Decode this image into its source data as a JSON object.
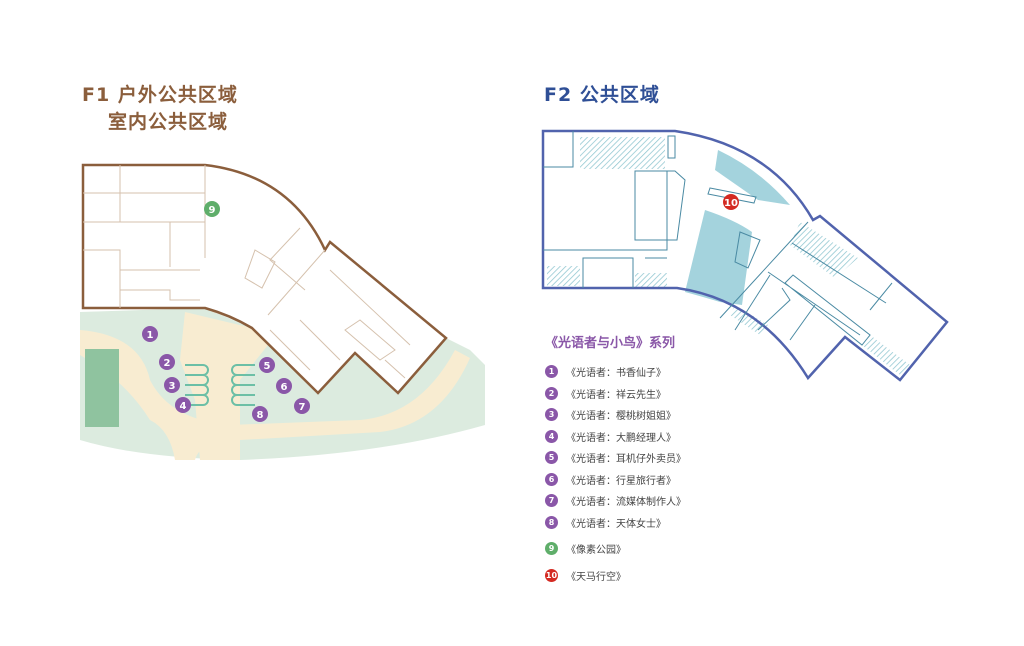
{
  "f1": {
    "title_line1": "F1 户外公共区域",
    "title_line2": "室内公共区域"
  },
  "f2": {
    "title": "F2 公共区域"
  },
  "markers": [
    "1",
    "2",
    "3",
    "4",
    "5",
    "6",
    "7",
    "8",
    "9",
    "10"
  ],
  "legend": {
    "title": "《光语者与小鸟》系列",
    "items": [
      {
        "num": "1",
        "label": "《光语者：书香仙子》",
        "color": "#8a57a8"
      },
      {
        "num": "2",
        "label": "《光语者：祥云先生》",
        "color": "#8a57a8"
      },
      {
        "num": "3",
        "label": "《光语者：樱桃树姐姐》",
        "color": "#8a57a8"
      },
      {
        "num": "4",
        "label": "《光语者：大鹏经理人》",
        "color": "#8a57a8"
      },
      {
        "num": "5",
        "label": "《光语者：耳机仔外卖员》",
        "color": "#8a57a8"
      },
      {
        "num": "6",
        "label": "《光语者：行星旅行者》",
        "color": "#8a57a8"
      },
      {
        "num": "7",
        "label": "《光语者：流媒体制作人》",
        "color": "#8a57a8"
      },
      {
        "num": "8",
        "label": "《光语者：天体女士》",
        "color": "#8a57a8"
      },
      {
        "num": "9",
        "label": "《像素公园》",
        "color": "#5fae6a"
      },
      {
        "num": "10",
        "label": "《天马行空》",
        "color": "#d42a22"
      }
    ]
  },
  "colors": {
    "f1_outline": "#8b5e3c",
    "f2_outline": "#5163ad",
    "artwork": "#8a57a8",
    "park": "#5fae6a",
    "f2_marker": "#d42a22"
  }
}
